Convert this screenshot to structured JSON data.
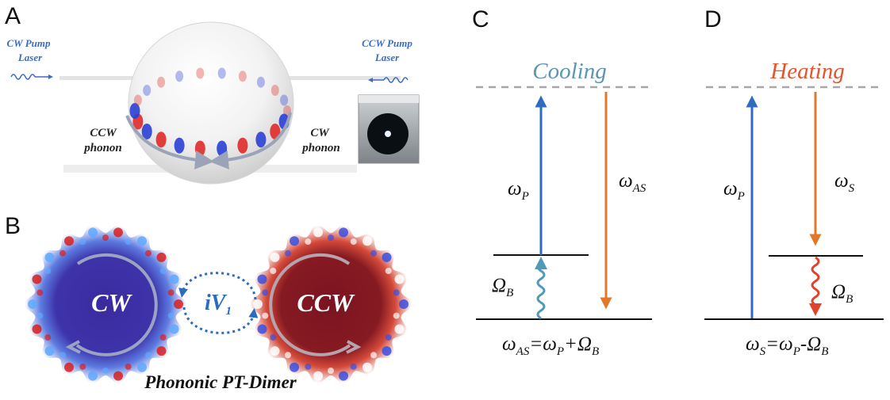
{
  "panels": {
    "A": {
      "letter": "A",
      "cw_pump_line1": "CW Pump",
      "cw_pump_line2": "Laser",
      "ccw_pump_line1": "CCW Pump",
      "ccw_pump_line2": "Laser",
      "ccw_phonon_line1": "CCW",
      "ccw_phonon_line2": "phonon",
      "cw_phonon_line1": "CW",
      "cw_phonon_line2": "phonon"
    },
    "B": {
      "letter": "B",
      "left_mode": "CW",
      "right_mode": "CCW",
      "coupling_main": "iV",
      "coupling_sub": "1",
      "caption": "Phononic PT-Dimer"
    },
    "C": {
      "letter": "C",
      "title": "Cooling",
      "pump_main": "ω",
      "pump_sub": "P",
      "anti_stokes_main": "ω",
      "anti_stokes_sub": "AS",
      "phonon_main": "Ω",
      "phonon_sub": "B",
      "eq_lhs_main": "ω",
      "eq_lhs_sub": "AS",
      "eq_eq": "=ω",
      "eq_mid_sub": "P",
      "eq_op": "+Ω",
      "eq_rhs_sub": "B"
    },
    "D": {
      "letter": "D",
      "title": "Heating",
      "pump_main": "ω",
      "pump_sub": "P",
      "stokes_main": "ω",
      "stokes_sub": "S",
      "phonon_main": "Ω",
      "phonon_sub": "B",
      "eq_lhs_main": "ω",
      "eq_lhs_sub": "S",
      "eq_eq": "=ω",
      "eq_mid_sub": "P",
      "eq_op": "-Ω",
      "eq_rhs_sub": "B"
    }
  },
  "colors": {
    "blue_text": "#3b6cc4",
    "cooling_title": "#5a95b4",
    "heating_title": "#e5542c",
    "pump_arrow": "#2f6bbf",
    "orange_arrow": "#e07a2a",
    "phonon_wave_c": "#4f9ab8",
    "phonon_wave_d": "#e0432a",
    "dashed_level": "#a7a7a7",
    "dimer_cw_fill": "#3c2aa0",
    "dimer_ccw_fill": "#7d1420"
  }
}
